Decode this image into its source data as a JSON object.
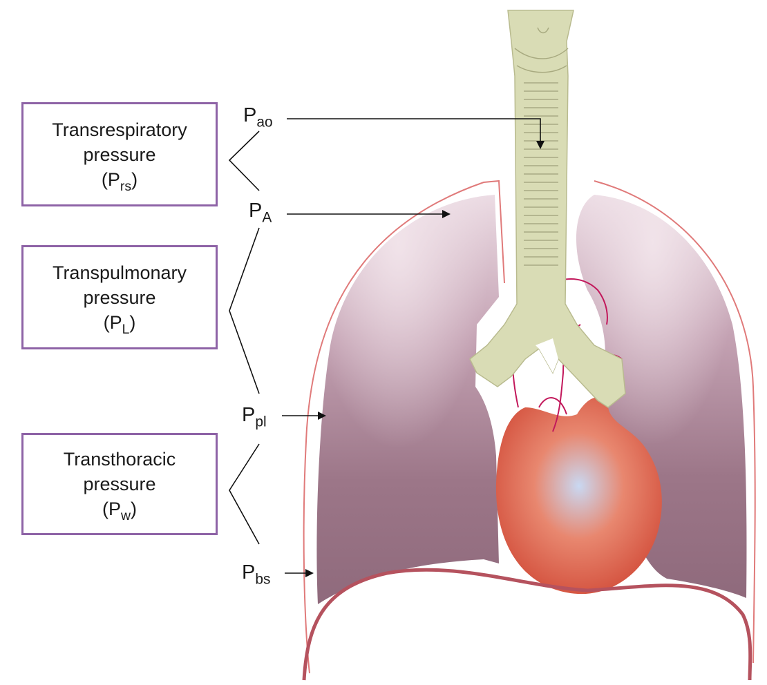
{
  "boxes": {
    "transrespiratory": {
      "line1": "Transrespiratory",
      "line2": "pressure",
      "symbol": "P",
      "sub": "rs"
    },
    "transpulmonary": {
      "line1": "Transpulmonary",
      "line2": "pressure",
      "symbol": "P",
      "sub": "L"
    },
    "transthoracic": {
      "line1": "Transthoracic",
      "line2": "pressure",
      "symbol": "P",
      "sub": "w"
    }
  },
  "labels": {
    "p_ao": {
      "symbol": "P",
      "sub": "ao"
    },
    "p_a": {
      "symbol": "P",
      "sub": "A"
    },
    "p_pl": {
      "symbol": "P",
      "sub": "pl"
    },
    "p_bs": {
      "symbol": "P",
      "sub": "bs"
    }
  },
  "colors": {
    "box_border": "#8e63a6",
    "lung": "#a07a8c",
    "lung_light": "#e4d0da",
    "trachea": "#d9dcb5",
    "heart": "#d65a44",
    "heart_center": "#c9d8f2",
    "diaphragm": "#b5525e",
    "pleura_outline": "#e07a7a",
    "vessel_outline": "#c2185b"
  }
}
